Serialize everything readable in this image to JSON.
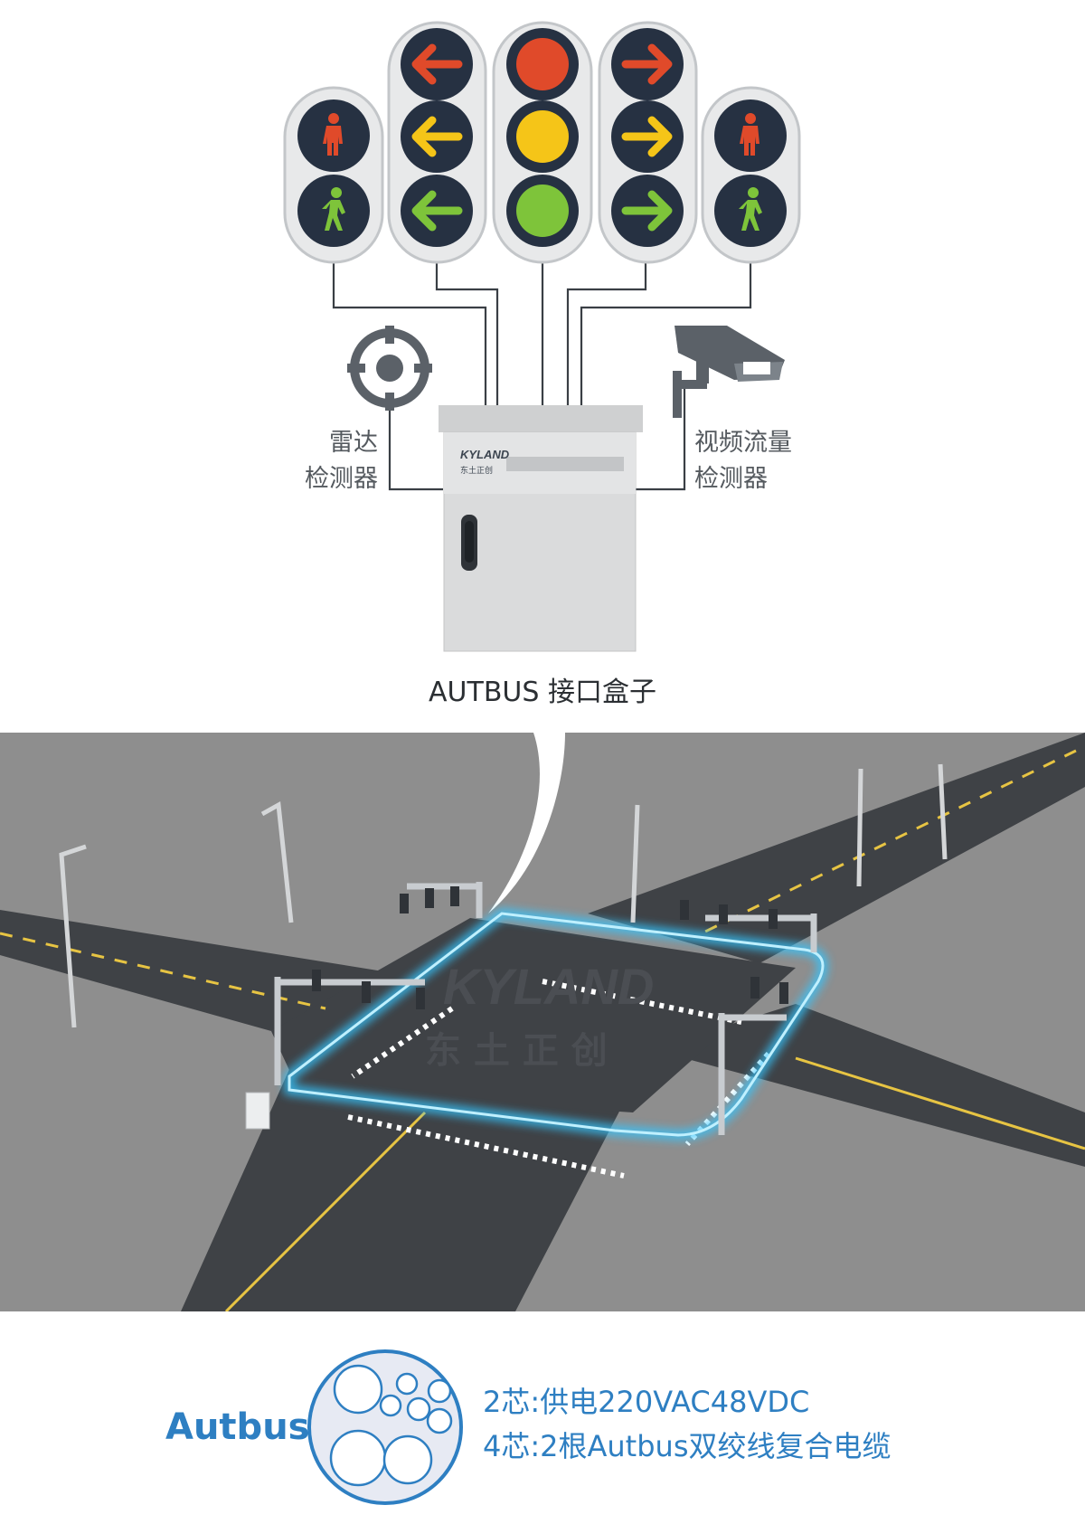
{
  "colors": {
    "red": "#e04a2a",
    "yellow": "#f5c518",
    "green": "#7ec43a",
    "lamp_bg": "#263142",
    "housing": "#e8e9ea",
    "wire": "#3a3f45",
    "cabinet": "#d7d8d9",
    "glow": "#35c6ff",
    "accent": "#2e7fc2"
  },
  "signals": {
    "pedestrian_left": [
      "walk-stop-icon",
      "walk-go-icon"
    ],
    "left_turn": [
      "arrow-left-icon red",
      "arrow-left-icon yellow",
      "arrow-left-icon green"
    ],
    "straight": [
      "circle red",
      "circle yellow",
      "circle green"
    ],
    "right_turn": [
      "arrow-right-icon red",
      "arrow-right-icon yellow",
      "arrow-right-icon green"
    ],
    "pedestrian_right": [
      "walk-stop-icon",
      "walk-go-icon"
    ]
  },
  "detectors": {
    "radar": {
      "line1": "雷达",
      "line2": "检测器",
      "icon": "radar-target-icon"
    },
    "video": {
      "line1": "视频流量",
      "line2": "检测器",
      "icon": "cctv-camera-icon"
    }
  },
  "cabinet": {
    "brand": "KYLAND",
    "brand_cn": "东土正创",
    "caption": "AUTBUS 接口盒子"
  },
  "scene": {
    "watermark": "KYLAND",
    "watermark_cn": "东 土 正 创"
  },
  "legend": {
    "title": "Autbus",
    "line1": "2芯:供电220VAC48VDC",
    "line2": "4芯:2根Autbus双绞线复合电缆"
  }
}
